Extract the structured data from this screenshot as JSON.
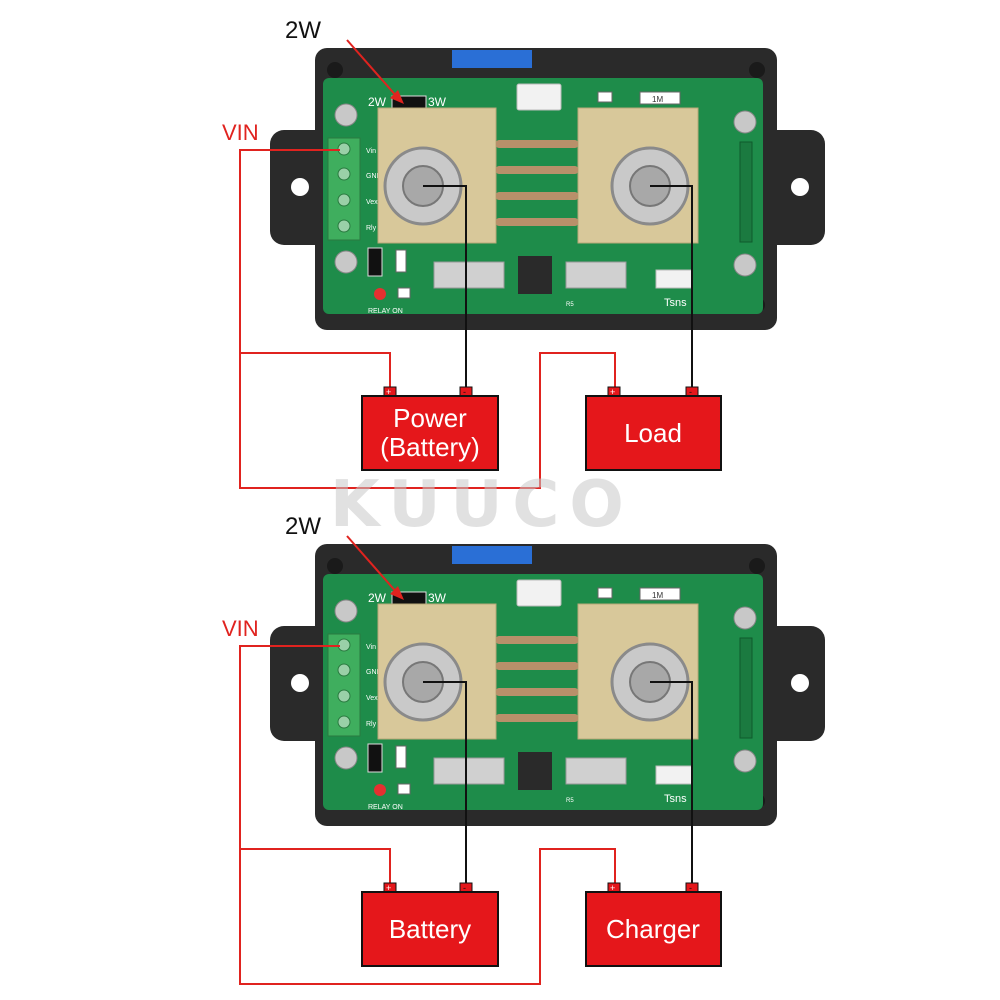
{
  "colors": {
    "wire": "#e0231f",
    "box_red": "#e5171b",
    "enclosure": "#2a2a2a",
    "pcb": "#1e8c4a",
    "shunt": "#d8c89a",
    "terminal": "#3fae5e"
  },
  "diagrams": [
    {
      "jumper_callout": "2W",
      "vin_label": "VIN",
      "board": {
        "jumper_left": "2W",
        "jumper_right": "3W",
        "terminal_pins": [
          "Vin",
          "GND",
          "Vex",
          "Rly"
        ],
        "relay_label": "RELAY ON",
        "tsns_label": "Tsns",
        "resistor_label": "1M",
        "r5_label": "R5"
      },
      "left_box": {
        "line1": "Power",
        "line2": "(Battery)",
        "plus": "+",
        "minus": "-"
      },
      "right_box": {
        "line1": "Load",
        "plus": "+",
        "minus": "-"
      }
    },
    {
      "jumper_callout": "2W",
      "vin_label": "VIN",
      "board": {
        "jumper_left": "2W",
        "jumper_right": "3W",
        "terminal_pins": [
          "Vin",
          "GND",
          "Vex",
          "Rly"
        ],
        "relay_label": "RELAY ON",
        "tsns_label": "Tsns",
        "resistor_label": "1M",
        "r5_label": "R5"
      },
      "left_box": {
        "line1": "Battery",
        "plus": "+",
        "minus": "-"
      },
      "right_box": {
        "line1": "Charger",
        "plus": "+",
        "minus": "-"
      }
    }
  ],
  "watermark": "KUUCO"
}
